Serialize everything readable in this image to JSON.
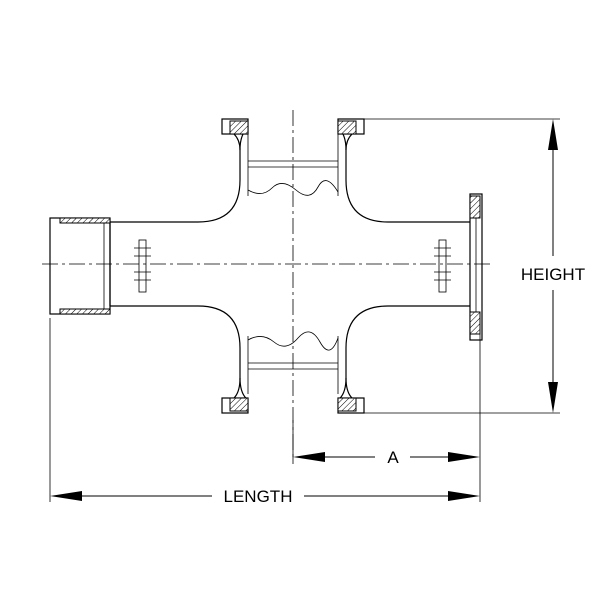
{
  "dimensions": {
    "height_label": "HEIGHT",
    "length_label": "LENGTH",
    "a_label": "A"
  }
}
